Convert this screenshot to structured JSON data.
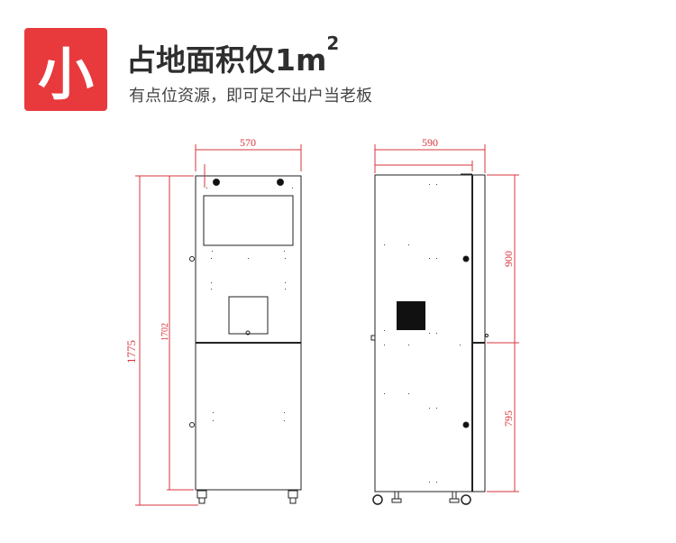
{
  "header": {
    "badge": "小",
    "title": "占地面积仅1m",
    "title_sup": "2",
    "subtitle": "有点位资源，即可足不出户当老板"
  },
  "front_view": {
    "width_label": "570",
    "total_height_label": "1775",
    "body_height_label": "1702"
  },
  "side_view": {
    "depth_label": "590",
    "upper_height_label": "900",
    "lower_height_label": "795"
  },
  "colors": {
    "accent": "#e8393c",
    "dimension": "#d9363c"
  }
}
